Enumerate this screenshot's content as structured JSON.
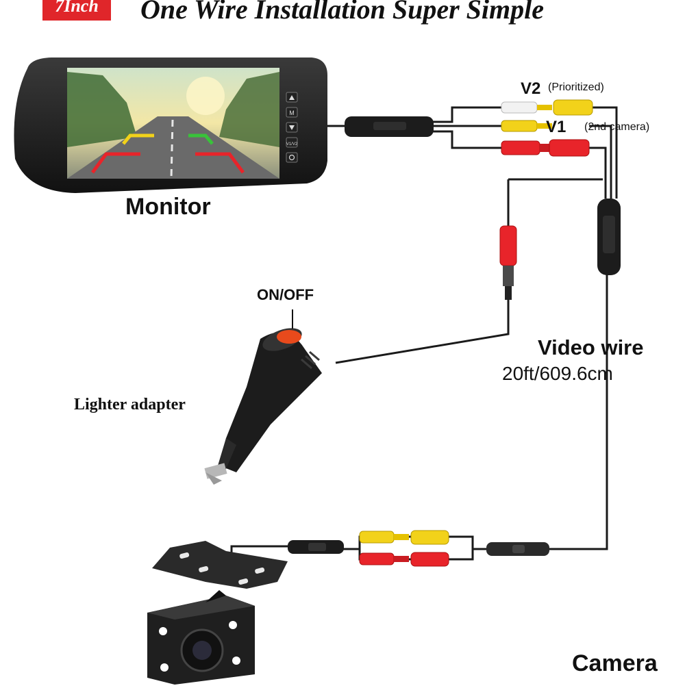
{
  "header": {
    "badge": "7Inch",
    "title": "One Wire Installation Super Simple"
  },
  "labels": {
    "monitor": "Monitor",
    "v2": "V2",
    "v2_note": "(Prioritized)",
    "v1": "V1",
    "v1_note": "(2nd camera)",
    "on_off": "ON/OFF",
    "video_wire": "Video wire",
    "wire_length": "20ft/609.6cm",
    "lighter_adapter": "Lighter adapter",
    "camera": "Camera"
  },
  "colors": {
    "badge_red": "#e0262a",
    "connector_yellow": "#f2d21a",
    "connector_red": "#e8242a",
    "connector_white": "#f2f2f2",
    "wire_black": "#1a1a1a",
    "button_orange": "#e84a1c"
  }
}
